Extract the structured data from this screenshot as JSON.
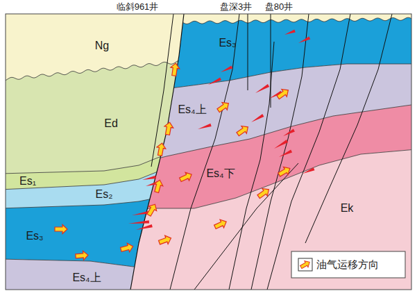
{
  "diagram": {
    "labels": [
      "临斜961井",
      "盘深3井",
      "盘80井",
      "Ng",
      "Ed",
      "Es₁",
      "Es₂",
      "Es₃",
      "Es₄上",
      "Es₃",
      "Es₄上",
      "Es₄下",
      "Ek"
    ],
    "legend": [
      {
        "text": "油气运移方向"
      }
    ]
  }
}
